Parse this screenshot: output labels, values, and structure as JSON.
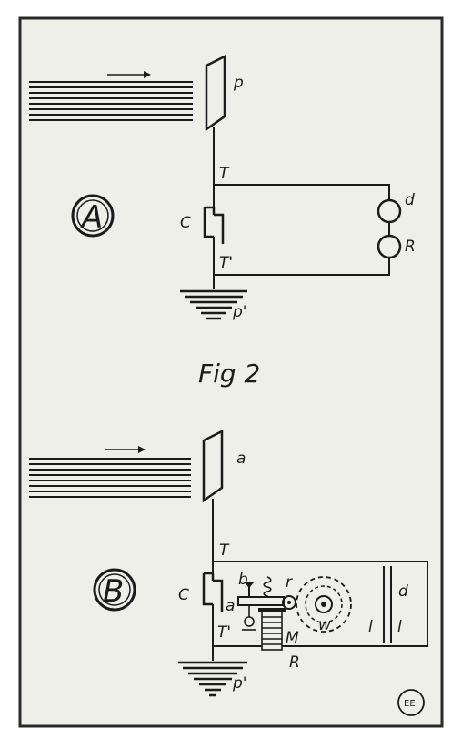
{
  "figure": {
    "caption": "Fig 2",
    "badge": "EE"
  },
  "diagram_a": {
    "circle_label": "A",
    "labels": {
      "antenna": "p",
      "top_terminal": "T",
      "capacitor": "C",
      "bottom_terminal": "T'",
      "ground": "p'",
      "detector": "d",
      "receiver": "R"
    }
  },
  "diagram_b": {
    "circle_label": "B",
    "labels": {
      "antenna": "a",
      "top_terminal": "T",
      "capacitor": "C",
      "bottom_terminal": "T'",
      "ground": "p'",
      "lever_b": "b",
      "lever_a": "a",
      "roller": "r",
      "wheel": "w",
      "magnet": "M",
      "receiver": "R",
      "line_l1": "l",
      "line_l2": "l",
      "detector": "d"
    }
  },
  "colors": {
    "paper": "#efefe9",
    "ink": "#1b1b1b",
    "frame": "#2a2a2a"
  }
}
